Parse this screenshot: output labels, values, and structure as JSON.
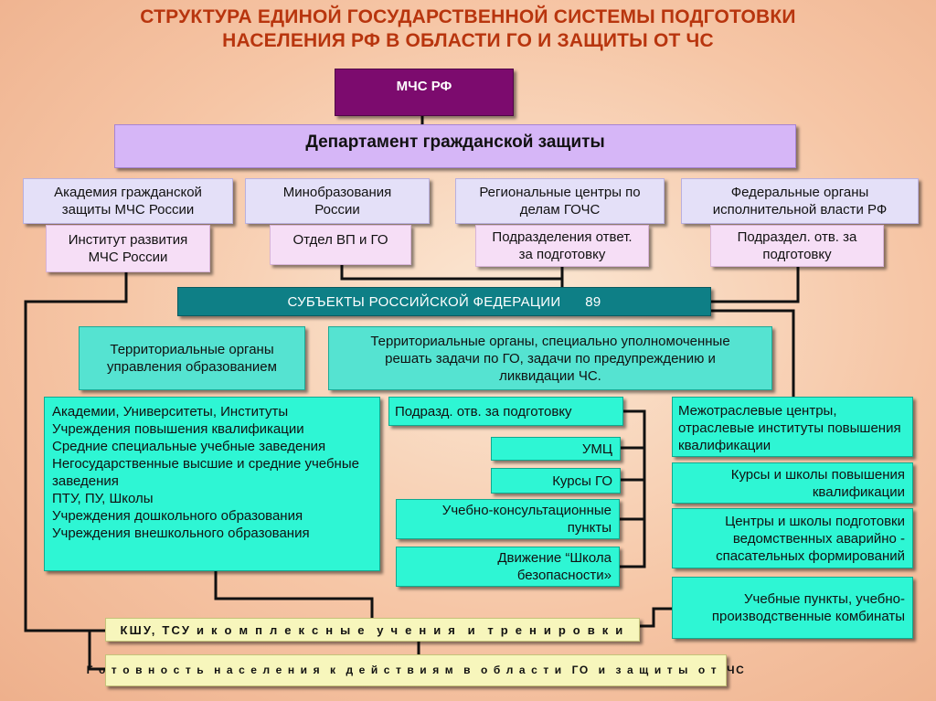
{
  "title": {
    "line1": "СТРУКТУРА ЕДИНОЙ ГОСУДАРСТВЕННОЙ СИСТЕМЫ ПОДГОТОВКИ",
    "line2": "НАСЕЛЕНИЯ РФ В ОБЛАСТИ ГО И ЗАЩИТЫ ОТ ЧС"
  },
  "nodes": {
    "mchs": "МЧС РФ",
    "department": "Департамент гражданской защиты",
    "academy": "Академия гражданской защиты МЧС России",
    "institute": "Институт развития МЧС России",
    "minobr": "Минобразования России",
    "otdel_vp": "Отдел ВП и ГО",
    "regional": "Региональные центры по делам ГОЧС",
    "podrazd_otv": "Подразделения ответ. за подготовку",
    "federal": "Федеральные органы исполнительной власти  РФ",
    "federal_sub": "Подраздел. отв. за подготовку",
    "subjects": "СУБЪЕКТЫ РОССИЙСКОЙ ФЕДЕРАЦИИ      89",
    "terr_edu": "Территориальные органы управления образованием",
    "terr_go": "Территориальные органы, специально уполномоченные решать задачи по ГО, задачи по предупреждению и ликвидации ЧС.",
    "podrazd_short": "Подразд. отв. за подготовку",
    "umc": "УМЦ",
    "kursy_go": "Курсы ГО",
    "ucheb_konsult": "Учебно-консультационные пункты",
    "dvizhenie": "Движение “Школа безопасности»",
    "mezhotrasl": "Межотраслевые центры, отраслевые институты повышения квалификации",
    "kursy_shkoly": "Курсы и школы повышения квалификации",
    "centry_shkoly": "Центры и школы подготовки ведомственных аварийно - спасательных формирований",
    "ucheb_punkty": "Учебные пункты, учебно-производственные комбинаты",
    "ksu": "КШУ, ТСУ и к о м п л е к с н ы е  у ч е н и я  и  т р е н и р о в к и",
    "readiness": "Г о т о в н о с т ь  н а с е л е н и я  к  д е й с т в и я м  в  о б л а с т и  ГО  и  з а щ и т ы  о т  ЧС"
  },
  "institutions_list": [
    "Академии, Университеты, Институты",
    "Учреждения повышения квалификации",
    "Средние специальные учебные заведения",
    "Негосударственные высшие и средние учебные заведения",
    "ПТУ, ПУ, Школы",
    "Учреждения дошкольного образования",
    "Учреждения внешкольного образования"
  ],
  "colors": {
    "title": "#b8350e",
    "mchs_bg": "#7c0b6e",
    "department_bg": "#d6b6f7",
    "subjects_bg": "#0e7f86",
    "aqua": "#2ef6d4",
    "teal_soft": "#55e3d1",
    "yellow": "#f7f6bc",
    "lavender": "#e4e0f8",
    "pink": "#f6def6"
  }
}
